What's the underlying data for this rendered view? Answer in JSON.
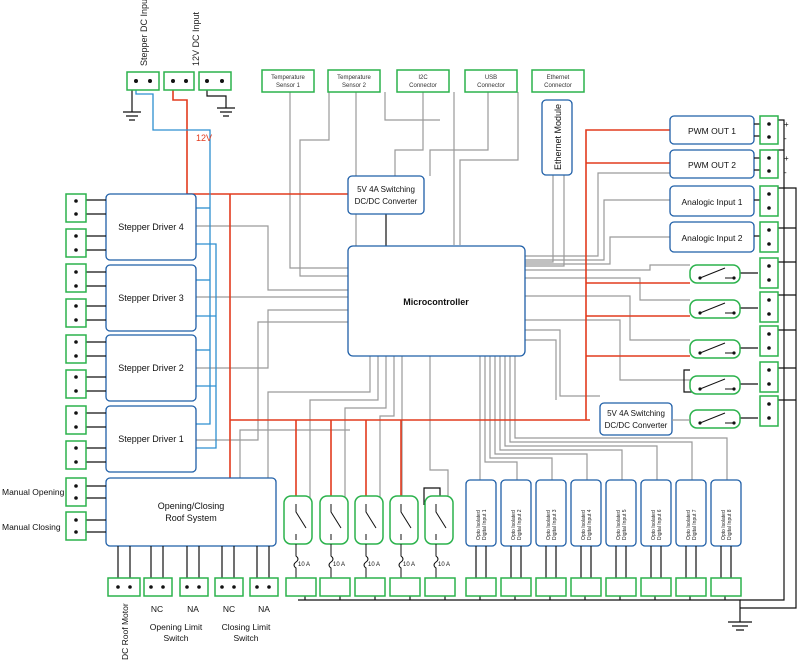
{
  "top_labels": {
    "stepper_dc_input": "Stepper DC Input",
    "dc12_input": "12V DC Input",
    "v12_label": "12V"
  },
  "sensors": [
    {
      "line1": "Temperature",
      "line2": "Sensor 1"
    },
    {
      "line1": "Temperature",
      "line2": "Sensor 2"
    },
    {
      "line1": "I2C",
      "line2": "Connector"
    },
    {
      "line1": "USB",
      "line2": "Connector"
    },
    {
      "line1": "Ethernet",
      "line2": "Connector"
    }
  ],
  "ethernet_module": "Ethernet Module",
  "converter_top": {
    "line1": "5V 4A Switching",
    "line2": "DC/DC Converter"
  },
  "converter_bottom": {
    "line1": "5V 4A Switching",
    "line2": "DC/DC Converter"
  },
  "microcontroller": "Microcontroller",
  "stepper_drivers": [
    "Stepper Driver 4",
    "Stepper Driver 3",
    "Stepper Driver 2",
    "Stepper Driver 1"
  ],
  "right_modules": [
    "PWM OUT 1",
    "PWM OUT 2",
    "Analogic Input 1",
    "Analogic Input 2"
  ],
  "polarity": {
    "plus": "+",
    "minus": "-"
  },
  "roof_system": {
    "line1": "Opening/Closing",
    "line2": "Roof System"
  },
  "manual": {
    "opening": "Manual Opening",
    "closing": "Manual Closing"
  },
  "fuses": [
    "10 A",
    "10 A",
    "10 A",
    "10 A",
    "10 A"
  ],
  "opto_inputs": [
    {
      "line1": "Opto Isolated",
      "line2": "Digital Input 1"
    },
    {
      "line1": "Opto Isolated",
      "line2": "Digital Input 2"
    },
    {
      "line1": "Opto Isolated",
      "line2": "Digital Input 3"
    },
    {
      "line1": "Opto Isolated",
      "line2": "Digital Input 4"
    },
    {
      "line1": "Opto Isolated",
      "line2": "Digital Input 5"
    },
    {
      "line1": "Opto Isolated",
      "line2": "Digital Input 6"
    },
    {
      "line1": "Opto Isolated",
      "line2": "Digital Input 7"
    },
    {
      "line1": "Opto Isolated",
      "line2": "Digital Input 8"
    }
  ],
  "bottom_labels": {
    "dc_roof_motor": "DC Roof Motor",
    "nc1": "NC",
    "na1": "NA",
    "nc2": "NC",
    "na2": "NA",
    "opening_limit_1": "Opening Limit",
    "opening_limit_2": "Switch",
    "closing_limit_1": "Closing Limit",
    "closing_limit_2": "Switch"
  },
  "colors": {
    "module_border": "#1f5fa8",
    "connector": "#2bb24c",
    "power_wire": "#e23b1e",
    "signal_wire": "#9a9a9a",
    "stepper_wire": "#2d8fd0",
    "ground_wire": "#111111"
  }
}
